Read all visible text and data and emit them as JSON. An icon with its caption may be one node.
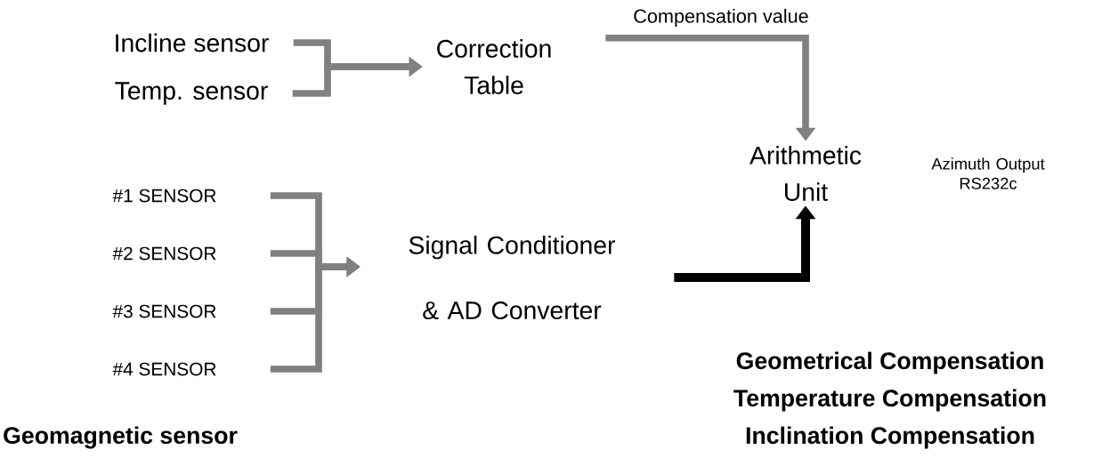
{
  "diagram": {
    "nodes": [
      {
        "text": [
          "Incline sensor"
        ]
      },
      {
        "text": [
          "Temp. sensor"
        ]
      },
      {
        "text": [
          "Correction Table"
        ]
      },
      {
        "text": [
          "Arithmetic Unit"
        ]
      },
      {
        "text": [
          "#1 SENSOR"
        ]
      },
      {
        "text": [
          "#2 SENSOR"
        ]
      },
      {
        "text": [
          "#3 SENSOR"
        ]
      },
      {
        "text": [
          "#4 SENSOR"
        ]
      },
      {
        "text": [
          "Signal Conditioner & AD Converter"
        ]
      }
    ],
    "edges": [
      {
        "from": 0,
        "to": 2,
        "arrow": "to"
      },
      {
        "from": 1,
        "to": 2,
        "arrow": "to"
      },
      {
        "from": 2,
        "to": 3,
        "arrow": "to",
        "label": "Compensation value"
      },
      {
        "from": 4,
        "to": 8,
        "arrow": "to"
      },
      {
        "from": 5,
        "to": 8,
        "arrow": "to"
      },
      {
        "from": 6,
        "to": 8,
        "arrow": "to"
      },
      {
        "from": 7,
        "to": 8,
        "arrow": "to"
      },
      {
        "from": 8,
        "to": 3,
        "arrow": "to",
        "color": "#000000"
      }
    ],
    "labels": [
      "Azimuth Output RS232c",
      "Geometrical  Compensation",
      "Temperature Compensation",
      "Inclination Compensation",
      "Geomagnetic sensor"
    ]
  }
}
